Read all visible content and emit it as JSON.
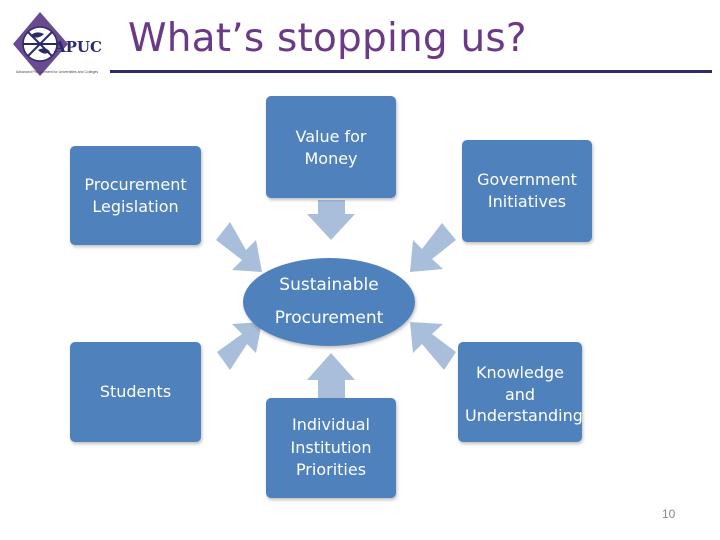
{
  "logo": {
    "text": "APUC",
    "subtext": "Advanced Procurement for Universities and Colleges"
  },
  "title": "What’s stopping us?",
  "diagram": {
    "center": "Sustainable Procurement",
    "nodes": {
      "value_for_money": "Value for Money",
      "government_initiatives": "Government Initiatives",
      "procurement_legislation": "Procurement Legislation",
      "students": "Students",
      "individual_institution_priorities": "Individual Institution Priorities",
      "knowledge_and_understanding": "Knowledge and Understanding"
    }
  },
  "page_number": "10",
  "colors": {
    "box_fill": "#4f81bd",
    "arrow_fill": "#a9bedb",
    "title": "#6a3a86",
    "rule": "#2f2a6b"
  }
}
